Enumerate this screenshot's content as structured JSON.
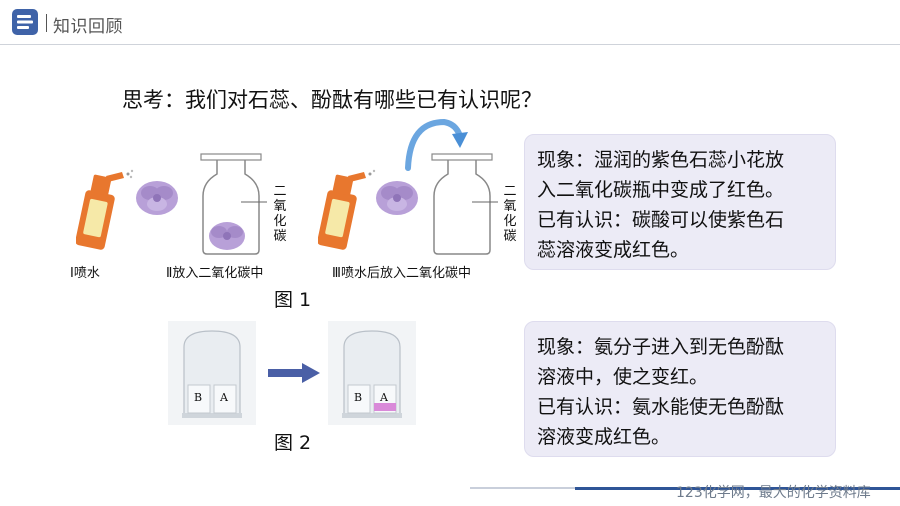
{
  "header": {
    "title": "知识回顾"
  },
  "question": "思考：我们对石蕊、酚酞有哪些已有认识呢？",
  "figure1": {
    "caption_1": "Ⅰ喷水",
    "caption_2": "Ⅱ放入二氧化碳中",
    "caption_3": "Ⅲ喷水后放入二氧化碳中",
    "bottle_label": "二氧化碳",
    "label": "图 1"
  },
  "figure2": {
    "label": "图 2",
    "beaker_label_b": "B",
    "beaker_label_a": "A"
  },
  "card1": {
    "line1": "现象：湿润的紫色石蕊小花放",
    "line2": "入二氧化碳瓶中变成了红色。",
    "line3": "已有认识：碳酸可以使紫色石",
    "line4": "蕊溶液变成红色。"
  },
  "card2": {
    "line1": "现象：氨分子进入到无色酚酞",
    "line2": "溶液中，使之变红。",
    "line3": "已有认识：氨水能使无色酚酞",
    "line4": "溶液变成红色。"
  },
  "footer": {
    "text": "123化学网，最大的化学资料库"
  },
  "colors": {
    "accent": "#3f63a8",
    "card_bg": "#ecebf6",
    "arrow": "#4a5fa6",
    "flower": "#b8a0d8",
    "sprayer": "#e8772e"
  }
}
